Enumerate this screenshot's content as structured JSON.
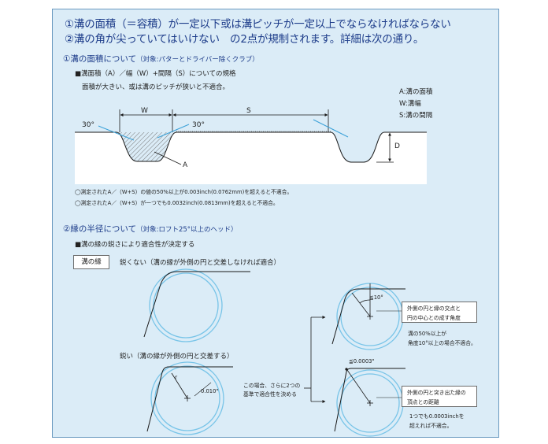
{
  "header": {
    "line1": "①溝の面積（＝容積）が一定以下或は溝ピッチが一定以上でならなければならない",
    "line2": "②溝の角が尖っていてはいけない　の2点が規制されます。詳細は次の通り。"
  },
  "section1": {
    "title": "①溝の面積について",
    "scope": "（対象:パターとドライバー除くクラブ）",
    "rule_title": "■溝面積（A）／幅（W）+間隔（S）についての規格",
    "rule_desc": "面積が大きい、或は溝のピッチが狭いと不適合。",
    "legend": [
      "A:溝の面積",
      "W:溝幅",
      "S:溝の間隔"
    ],
    "diagram": {
      "label_w": "W",
      "label_s": "S",
      "label_d": "D",
      "label_a": "A",
      "angle_left": "30°",
      "angle_right": "30°"
    },
    "notes": [
      "◯測定されたA／（W+S）の値の50%以上が0.003inch(0.0762mm)を超えると不適合。",
      "◯測定されたA／（W+S）が一つでも0.0032inch(0.0813mm)を超えると不適合。"
    ]
  },
  "section2": {
    "title": "②縁の半径について",
    "scope": "（対象:ロフト25°以上のヘッド）",
    "rule_title": "■溝の縁の鋭さにより適合性が決定する",
    "edge_label": "溝の縁",
    "not_sharp": "鋭くない（溝の縁が外側の円と交差しなければ適合）",
    "sharp": "鋭い（溝の縁が外側の円と交差する）",
    "label_r": "r",
    "label_010": "0.010\"",
    "case_note": [
      "この場合、さらに2つの",
      "基準で適合性を決める"
    ],
    "angle_label": "≦10°",
    "dist_label": "≦0.0003\"",
    "box1": [
      "外側の円と縁の交点と",
      "円の中心との成す角度"
    ],
    "rule1": [
      "溝の50%以上が",
      "角度10°以上の場合不適合。"
    ],
    "box2": [
      "外側の円と突き出た縁の",
      "頂点との距離"
    ],
    "rule2": [
      "1つでも0.0003inchを",
      "超えれば不適合。"
    ]
  },
  "colors": {
    "panel_bg": "#dbecf7",
    "heading": "#1d3c8a",
    "circle": "#78c4e8",
    "line": "#1a1a1a"
  }
}
